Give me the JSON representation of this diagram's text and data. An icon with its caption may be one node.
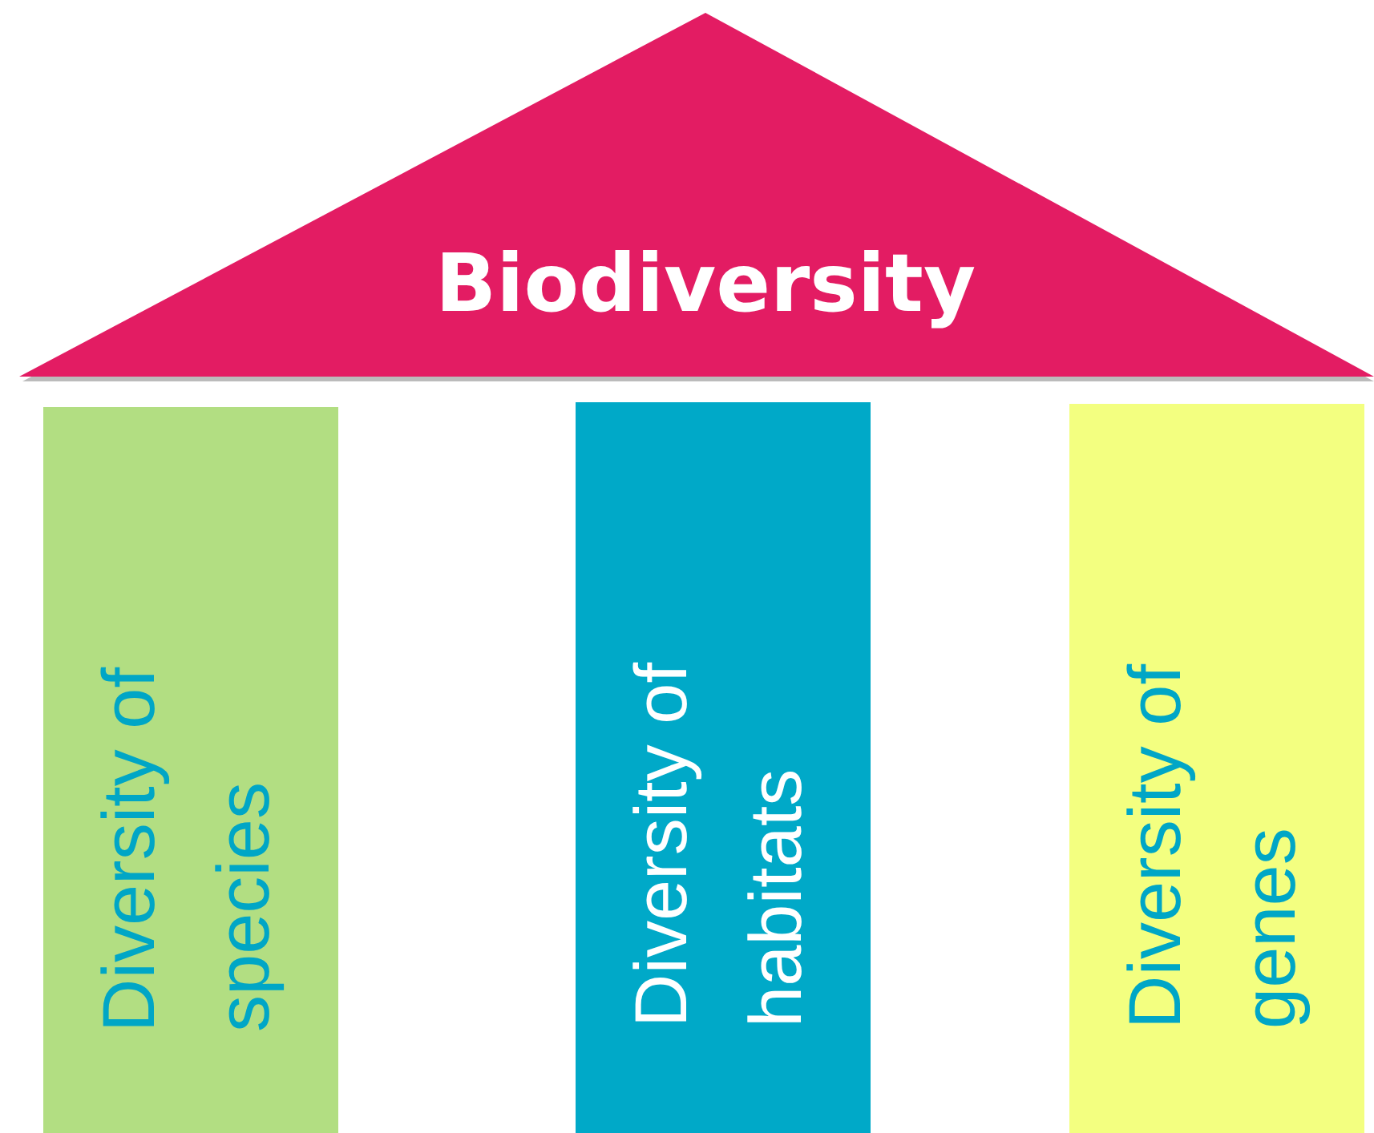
{
  "diagram": {
    "nodes": [
      {
        "text": [
          "Biodiversity"
        ]
      },
      {
        "text": [
          "Diversity of species"
        ]
      },
      {
        "text": [
          "Diversity of habitats"
        ]
      },
      {
        "text": [
          "Diversity of genes"
        ]
      }
    ]
  }
}
